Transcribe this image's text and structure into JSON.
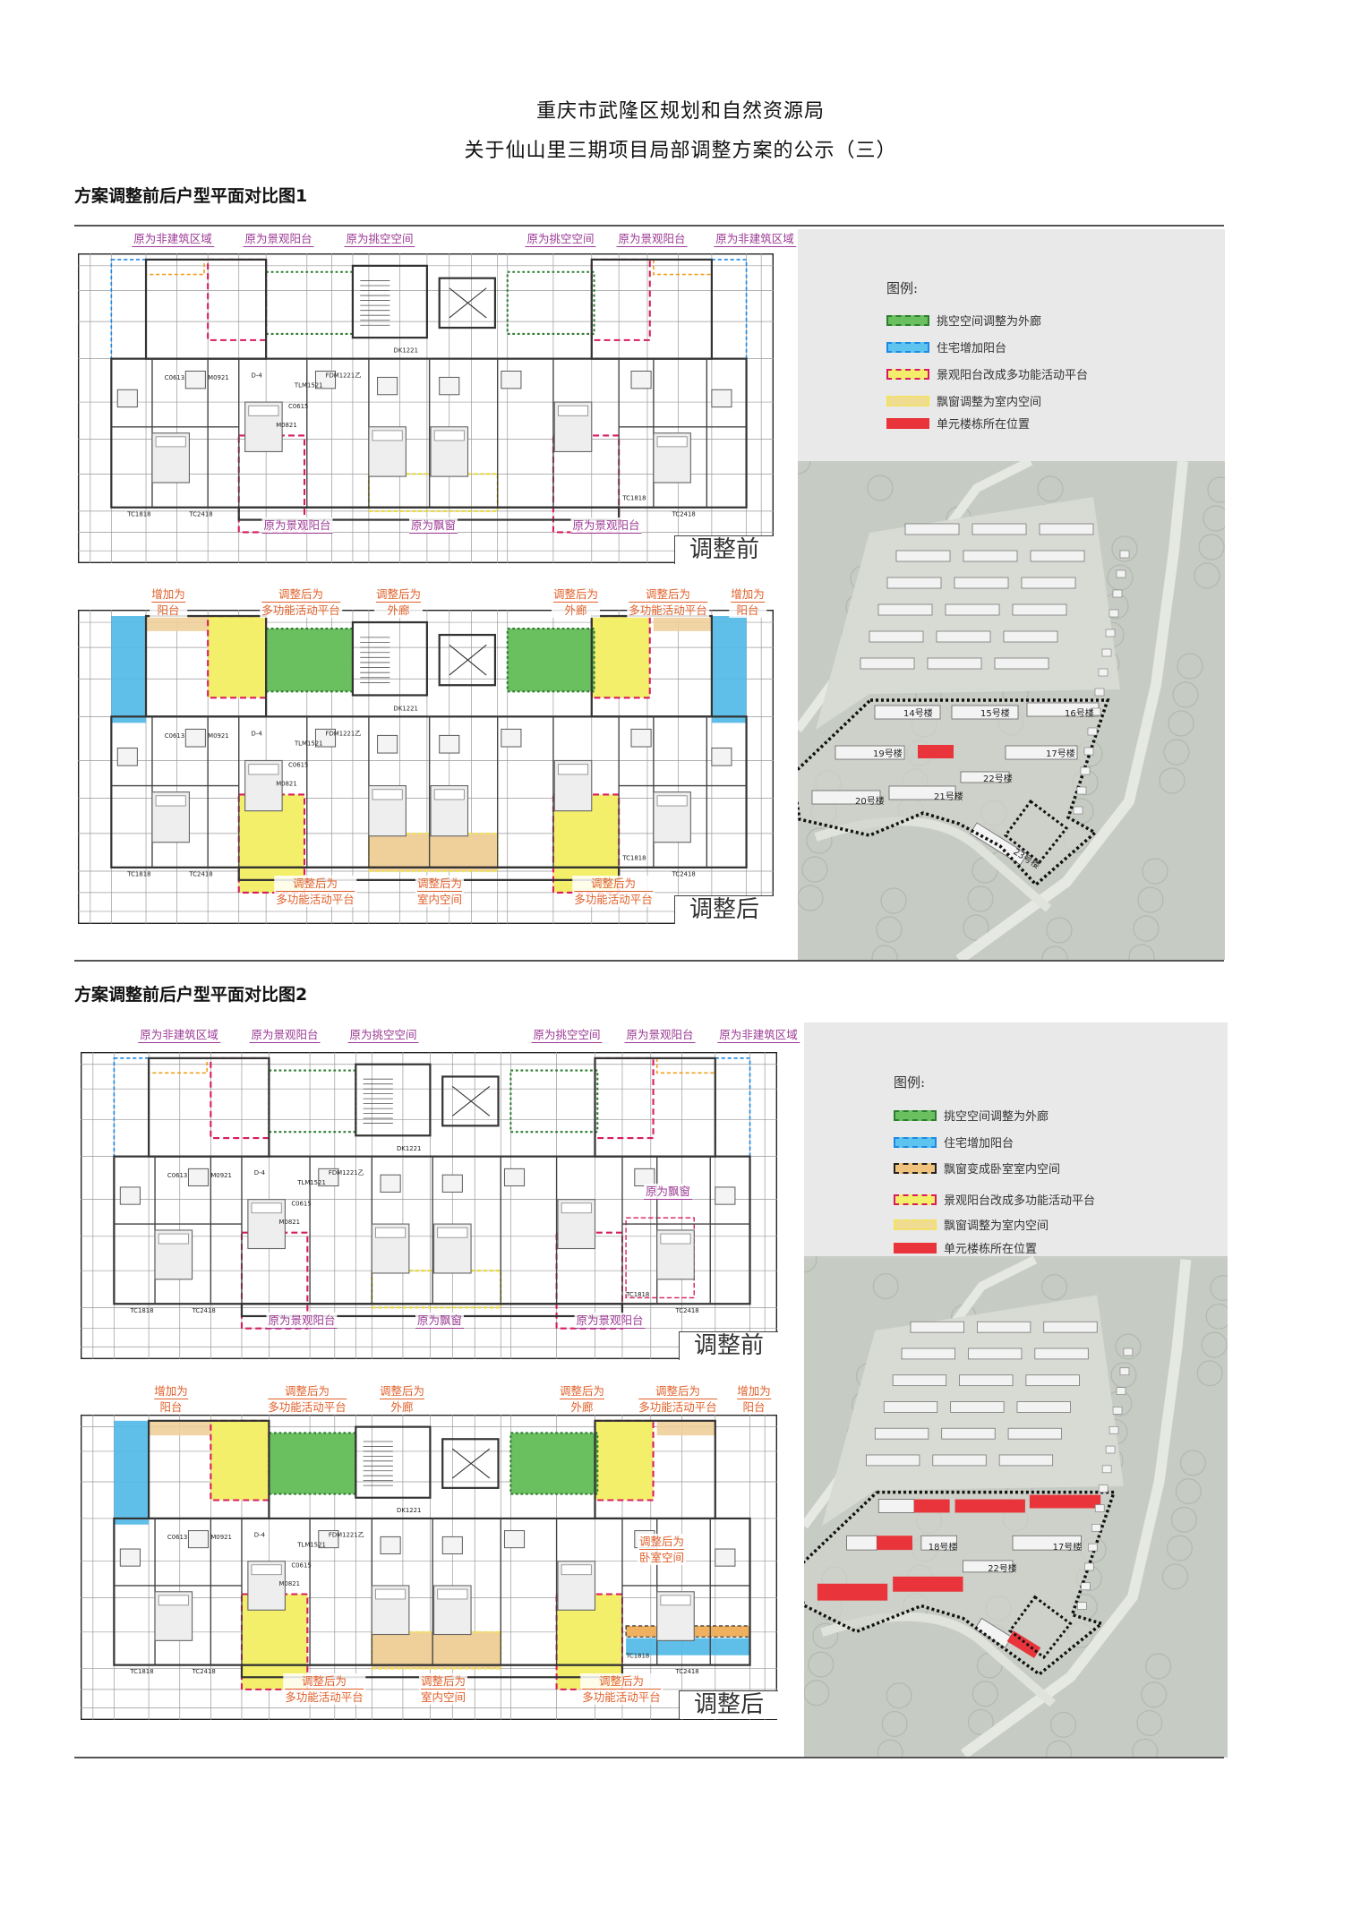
{
  "header": {
    "org": "重庆市武隆区规划和自然资源局",
    "title": "关于仙山里三期项目局部调整方案的公示（三）"
  },
  "plan_codes": [
    "TC1818",
    "TC2418",
    "M0921",
    "C0615",
    "FDM1221乙",
    "DK1221",
    "TLM1521",
    "C0613",
    "D-4",
    "M0821",
    "TC1818",
    "TC2418"
  ],
  "colors": {
    "before_label": "#9c3a95",
    "after_label": "#e0602a",
    "green": "#6abf5e",
    "blue": "#4fb8e6",
    "yellow": "#f4ef6a",
    "beige": "#efcf9a",
    "pink": "#d81b60",
    "red": "#e8343a"
  },
  "figures": [
    {
      "heading": "方案调整前后户型平面对比图1",
      "before": {
        "tag": "调整前",
        "labels_top": [
          "原为非建筑区域",
          "原为景观阳台",
          "原为挑空空间",
          "原为挑空空间",
          "原为景观阳台",
          "原为非建筑区域"
        ],
        "labels_bottom": [
          "原为景观阳台",
          "原为飘窗",
          "原为景观阳台"
        ]
      },
      "after": {
        "tag": "调整后",
        "labels_top": [
          {
            "l1": "增加为",
            "l2": "阳台"
          },
          {
            "l1": "调整后为",
            "l2": "多功能活动平台"
          },
          {
            "l1": "调整后为",
            "l2": "外廊"
          },
          {
            "l1": "调整后为",
            "l2": "外廊"
          },
          {
            "l1": "调整后为",
            "l2": "多功能活动平台"
          },
          {
            "l1": "增加为",
            "l2": "阳台"
          }
        ],
        "labels_bottom": [
          {
            "l1": "调整后为",
            "l2": "多功能活动平台"
          },
          {
            "l1": "调整后为",
            "l2": "室内空间"
          },
          {
            "l1": "调整后为",
            "l2": "多功能活动平台"
          }
        ]
      },
      "legend": {
        "title": "图例:",
        "items": [
          {
            "text": "挑空空间调整为外廊",
            "swatch": "green"
          },
          {
            "text": "住宅增加阳台",
            "swatch": "blue"
          },
          {
            "text": "景观阳台改成多功能活动平台",
            "swatch": "pink-yellow"
          },
          {
            "text": "飘窗调整为室内空间",
            "swatch": "yellow"
          },
          {
            "text": "单元楼栋所在位置",
            "swatch": "red"
          }
        ]
      },
      "map": {
        "buildings": [
          "14号楼",
          "15号楼",
          "16号楼",
          "19号楼",
          "17号楼",
          "22号楼",
          "20号楼",
          "21号楼",
          "23号楼"
        ]
      }
    },
    {
      "heading": "方案调整前后户型平面对比图2",
      "before": {
        "tag": "调整前",
        "labels_top": [
          "原为非建筑区域",
          "原为景观阳台",
          "原为挑空空间",
          "原为挑空空间",
          "原为景观阳台",
          "原为非建筑区域"
        ],
        "labels_bottom": [
          "原为景观阳台",
          "原为飘窗",
          "原为景观阳台"
        ],
        "label_extra": "原为飘窗"
      },
      "after": {
        "tag": "调整后",
        "labels_top": [
          {
            "l1": "增加为",
            "l2": "阳台"
          },
          {
            "l1": "调整后为",
            "l2": "多功能活动平台"
          },
          {
            "l1": "调整后为",
            "l2": "外廊"
          },
          {
            "l1": "调整后为",
            "l2": "外廊"
          },
          {
            "l1": "调整后为",
            "l2": "多功能活动平台"
          },
          {
            "l1": "增加为",
            "l2": "阳台"
          }
        ],
        "labels_bottom": [
          {
            "l1": "调整后为",
            "l2": "多功能活动平台"
          },
          {
            "l1": "调整后为",
            "l2": "室内空间"
          },
          {
            "l1": "调整后为",
            "l2": "多功能活动平台"
          }
        ],
        "label_extra": {
          "l1": "调整后为",
          "l2": "卧室空间"
        }
      },
      "legend": {
        "title": "图例:",
        "items": [
          {
            "text": "挑空空间调整为外廊",
            "swatch": "green"
          },
          {
            "text": "住宅增加阳台",
            "swatch": "blue"
          },
          {
            "text": "飘窗变成卧室室内空间",
            "swatch": "orange"
          },
          {
            "text": "景观阳台改成多功能活动平台",
            "swatch": "pink-yellow"
          },
          {
            "text": "飘窗调整为室内空间",
            "swatch": "yellow"
          },
          {
            "text": "单元楼栋所在位置",
            "swatch": "red"
          }
        ]
      },
      "map": {
        "buildings": [
          "18号楼",
          "17号楼",
          "22号楼"
        ]
      }
    }
  ]
}
